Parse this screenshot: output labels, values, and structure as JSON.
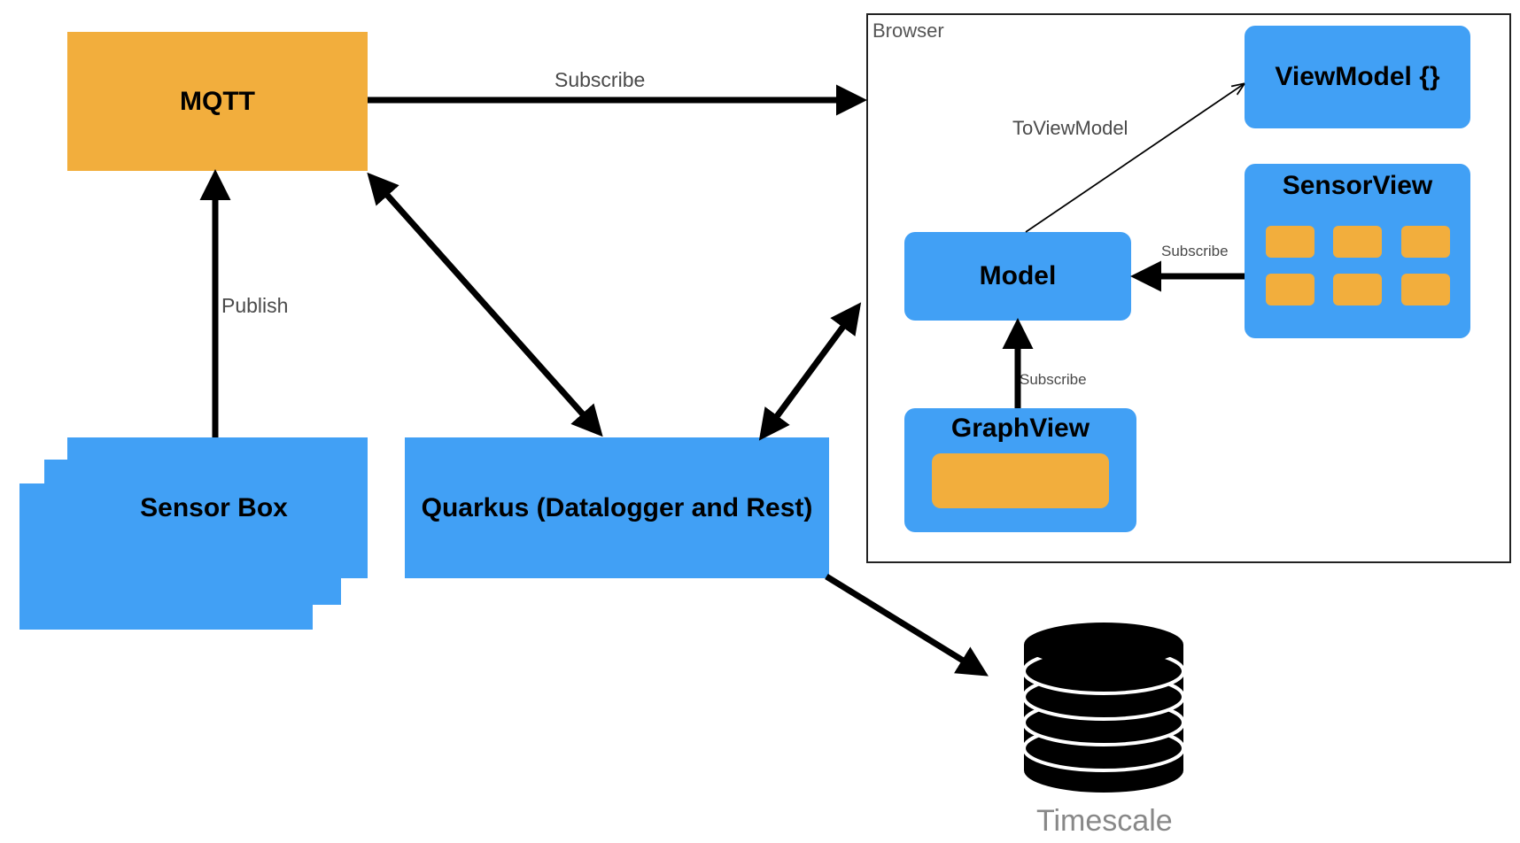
{
  "nodes": {
    "mqtt": "MQTT",
    "sensor_box": "Sensor Box",
    "quarkus": "Quarkus (Datalogger and Rest)",
    "timescale": "Timescale"
  },
  "browser": {
    "title": "Browser",
    "viewmodel": "ViewModel {}",
    "sensorview": "SensorView",
    "model": "Model",
    "graphview": "GraphView"
  },
  "edges": {
    "subscribe_mqtt_browser": "Subscribe",
    "publish": "Publish",
    "to_viewmodel": "ToViewModel",
    "subscribe_sensorview_model": "Subscribe",
    "subscribe_graphview_model": "Subscribe"
  },
  "colors": {
    "node_blue": "#41a0f5",
    "node_orange": "#f2ae3d",
    "arrow": "#000000",
    "label_gray": "#4a4a4a"
  }
}
